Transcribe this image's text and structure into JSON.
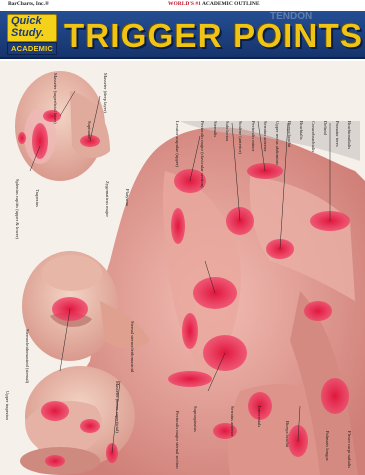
{
  "header": {
    "publisher": "BarCharts, Inc.®",
    "tagline_prefix": "WORLD'S #1",
    "tagline_suffix": "ACADEMIC OUTLINE",
    "logo_line1": "Quick",
    "logo_line2": "Study.",
    "logo_line3": "ACADEMIC",
    "title": "TRIGGER POINTS",
    "ghost_text": "TENDON"
  },
  "labels": {
    "masseter_superficial": "Masseter (superficial layer)",
    "masseter_deep": "Masseter (deep layer)",
    "splenius_capitis": "Splenius capitis (upper & lower)",
    "trapezius": "Trapezius",
    "sternocleidomastoid": "Sternocleidomastoid (sternal)",
    "platysma": "Platysma",
    "zygomaticus": "Zygomaticus major",
    "levator_scapulae": "Levator scapulae (upper)",
    "pectoralis_major": "Pectoralis major (clavicular section)",
    "sternalis": "Sternalis",
    "subclavius": "Subclavius",
    "scalene": "Scalene (anterior)",
    "pectoralis_minor": "Pectoralis minor",
    "serratus_anterior": "Serratus anterior",
    "upper_rectus": "Upper rectus abdominis",
    "biceps": "Biceps brachii",
    "brachialis": "Brachialis",
    "coracobrachialis": "Coracobrachialis",
    "deltoid": "Deltoid",
    "pronator_teres": "Pronator teres",
    "brachioradialis": "Brachioradialis",
    "supinator": "Supinator",
    "masseter_lower": "Masseter (lower superficial)",
    "sternal_sternocleidomastoid": "Sternal sternocleidomastoid",
    "pectoralis_sternal": "Pectoralis major sternal section",
    "supraspinatus": "Supraspinatus",
    "serratus_posterior": "Serratus anterior",
    "intercostals": "Intercostals",
    "biceps_lower": "Biceps brachii",
    "palmaris": "Palmaris longus",
    "flexor": "Flexor carpi radialis",
    "upper_trapezius": "Upper trapezius"
  }
}
